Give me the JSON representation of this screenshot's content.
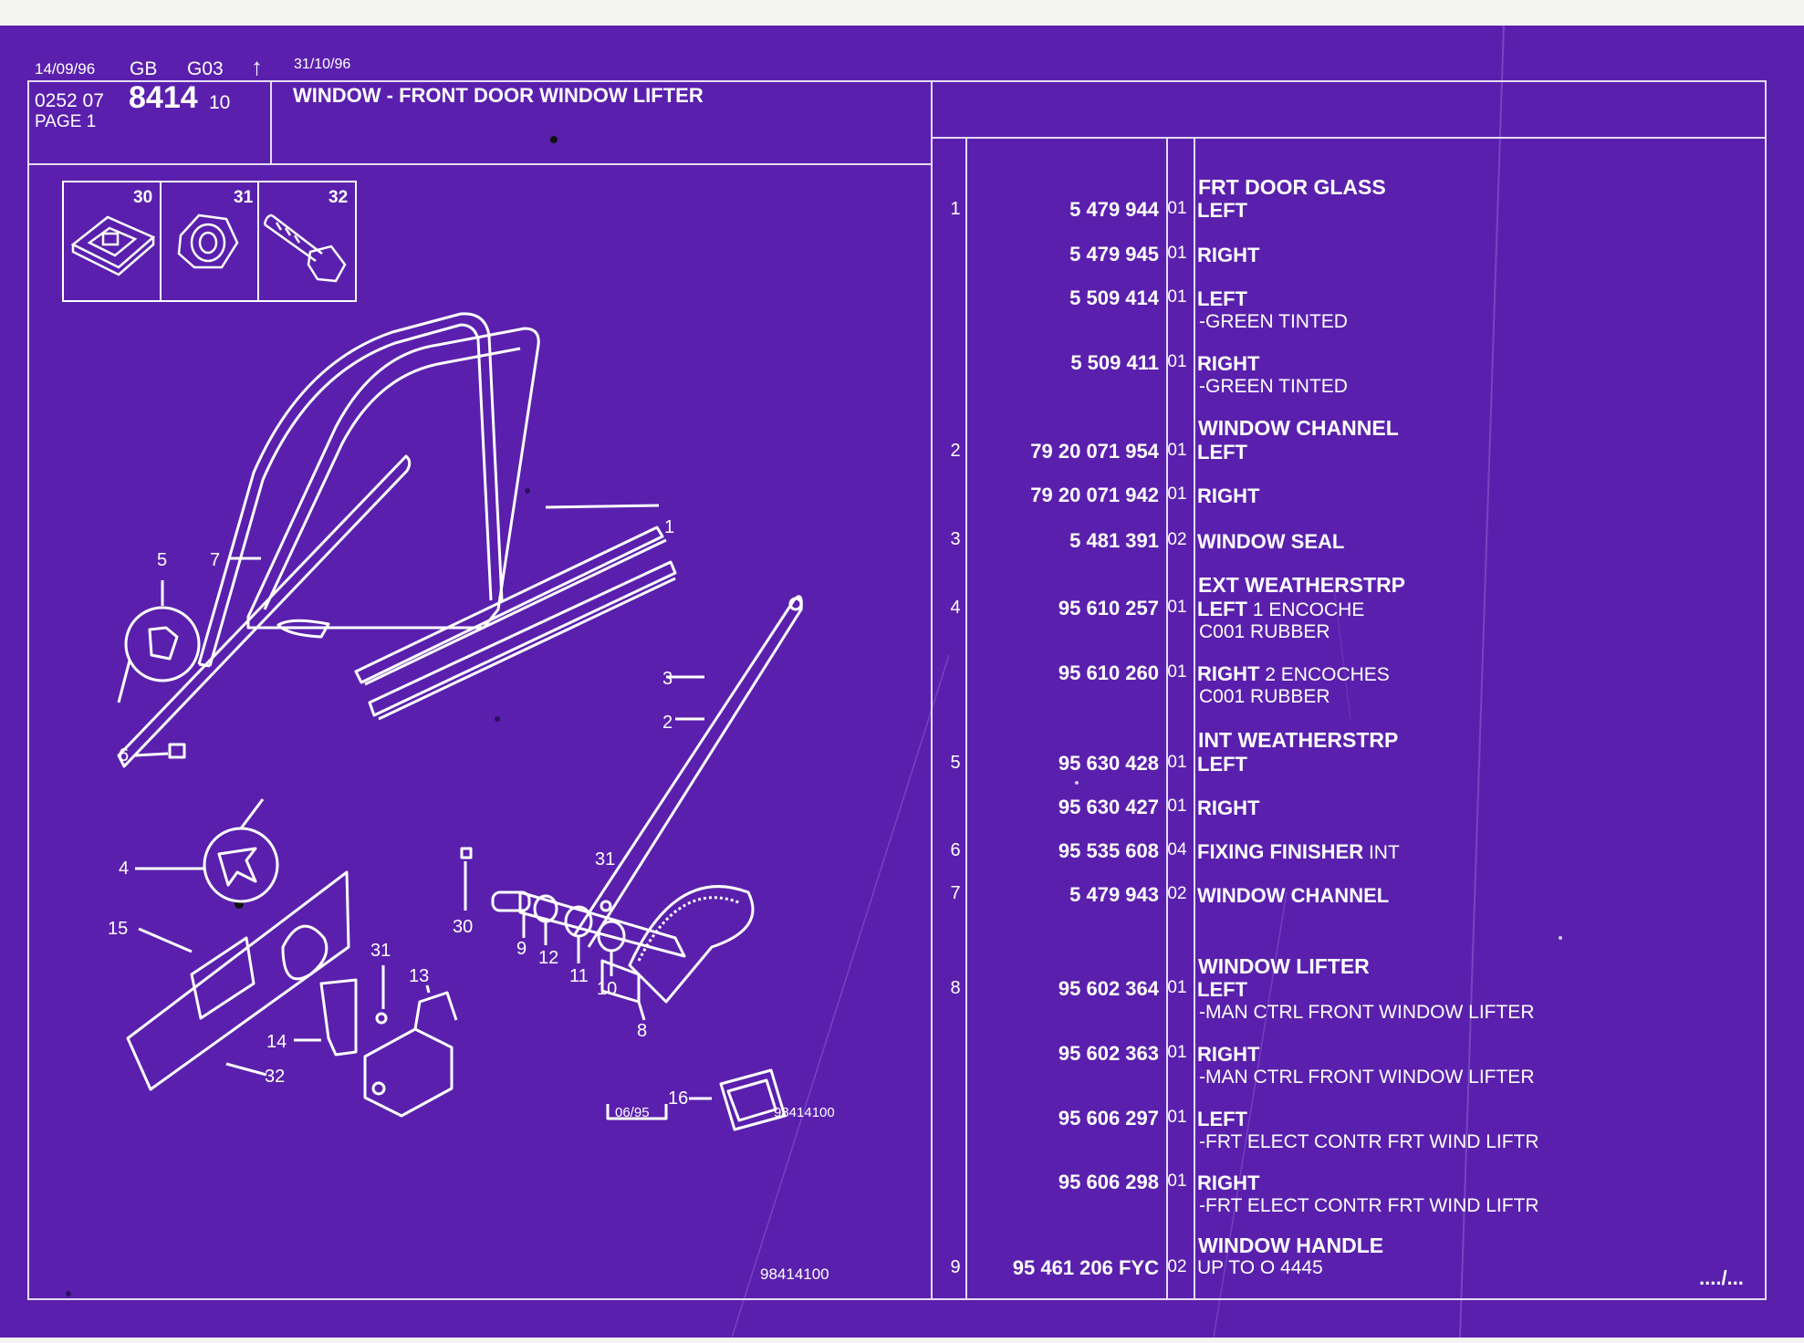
{
  "header": {
    "date1": "14/09/96",
    "lang": "GB",
    "group": "G03",
    "arrow": "↑",
    "date2": "31/10/96",
    "code_prefix": "0252 07",
    "code_main": "8414",
    "code_suffix": "10",
    "page": "PAGE 1",
    "title": "WINDOW - FRONT DOOR WINDOW LIFTER"
  },
  "inset": {
    "labels": [
      "30",
      "31",
      "32"
    ],
    "icons": [
      "clip-nut-icon",
      "hex-nut-icon",
      "hex-bolt-icon"
    ]
  },
  "diagram": {
    "callouts": [
      "1",
      "2",
      "3",
      "4",
      "5",
      "6",
      "7",
      "8",
      "9",
      "10",
      "11",
      "12",
      "13",
      "14",
      "15",
      "16",
      "30",
      "31",
      "31",
      "32"
    ],
    "stamp": "06/95",
    "ref_small": "98414100",
    "ref_bottom": "98414100"
  },
  "parts": {
    "rows": [
      {
        "item": "",
        "ref": "",
        "qty": "",
        "heading": "FRT DOOR GLASS"
      },
      {
        "item": "1",
        "ref": "5 479 944",
        "qty": "01",
        "desc": "LEFT"
      },
      {
        "item": "",
        "ref": "5 479 945",
        "qty": "01",
        "desc": "RIGHT"
      },
      {
        "item": "",
        "ref": "5 509 414",
        "qty": "01",
        "desc": "LEFT",
        "sub": "-GREEN TINTED"
      },
      {
        "item": "",
        "ref": "5 509 411",
        "qty": "01",
        "desc": "RIGHT",
        "sub": "-GREEN TINTED"
      },
      {
        "heading": "WINDOW CHANNEL"
      },
      {
        "item": "2",
        "ref": "79 20 071 954",
        "qty": "01",
        "desc": "LEFT"
      },
      {
        "item": "",
        "ref": "79 20 071 942",
        "qty": "01",
        "desc": "RIGHT"
      },
      {
        "item": "3",
        "ref": "5 481 391",
        "qty": "02",
        "desc": "WINDOW SEAL"
      },
      {
        "heading": "EXT WEATHERSTRP"
      },
      {
        "item": "4",
        "ref": "95 610 257",
        "qty": "01",
        "desc": "LEFT",
        "extra": " 1 ENCOCHE",
        "sub": "C001 RUBBER"
      },
      {
        "item": "",
        "ref": "95 610 260",
        "qty": "01",
        "desc": "RIGHT",
        "extra": " 2 ENCOCHES",
        "sub": "C001 RUBBER"
      },
      {
        "heading": "INT WEATHERSTRP"
      },
      {
        "item": "5",
        "ref": "95 630 428",
        "qty": "01",
        "desc": "LEFT"
      },
      {
        "item": "",
        "ref": "95 630 427",
        "qty": "01",
        "desc": "RIGHT"
      },
      {
        "item": "6",
        "ref": "95 535 608",
        "qty": "04",
        "desc": "FIXING FINISHER",
        "extra": " INT"
      },
      {
        "item": "7",
        "ref": "5 479 943",
        "qty": "02",
        "desc": "WINDOW CHANNEL"
      },
      {
        "heading": "WINDOW LIFTER"
      },
      {
        "item": "8",
        "ref": "95 602 364",
        "qty": "01",
        "desc": "LEFT",
        "sub": "-MAN CTRL FRONT WINDOW LIFTER"
      },
      {
        "item": "",
        "ref": "95 602 363",
        "qty": "01",
        "desc": "RIGHT",
        "sub": "-MAN CTRL FRONT WINDOW LIFTER"
      },
      {
        "item": "",
        "ref": "95 606 297",
        "qty": "01",
        "desc": "LEFT",
        "sub": "-FRT ELECT CONTR FRT WIND LIFTR"
      },
      {
        "item": "",
        "ref": "95 606 298",
        "qty": "01",
        "desc": "RIGHT",
        "sub": "-FRT ELECT CONTR FRT WIND LIFTR"
      },
      {
        "heading": "WINDOW HANDLE"
      },
      {
        "item": "9",
        "ref": "95 461 206 FYC",
        "qty": "02",
        "desc_plain": "UP TO O 4445"
      }
    ],
    "continued": "..../..."
  }
}
